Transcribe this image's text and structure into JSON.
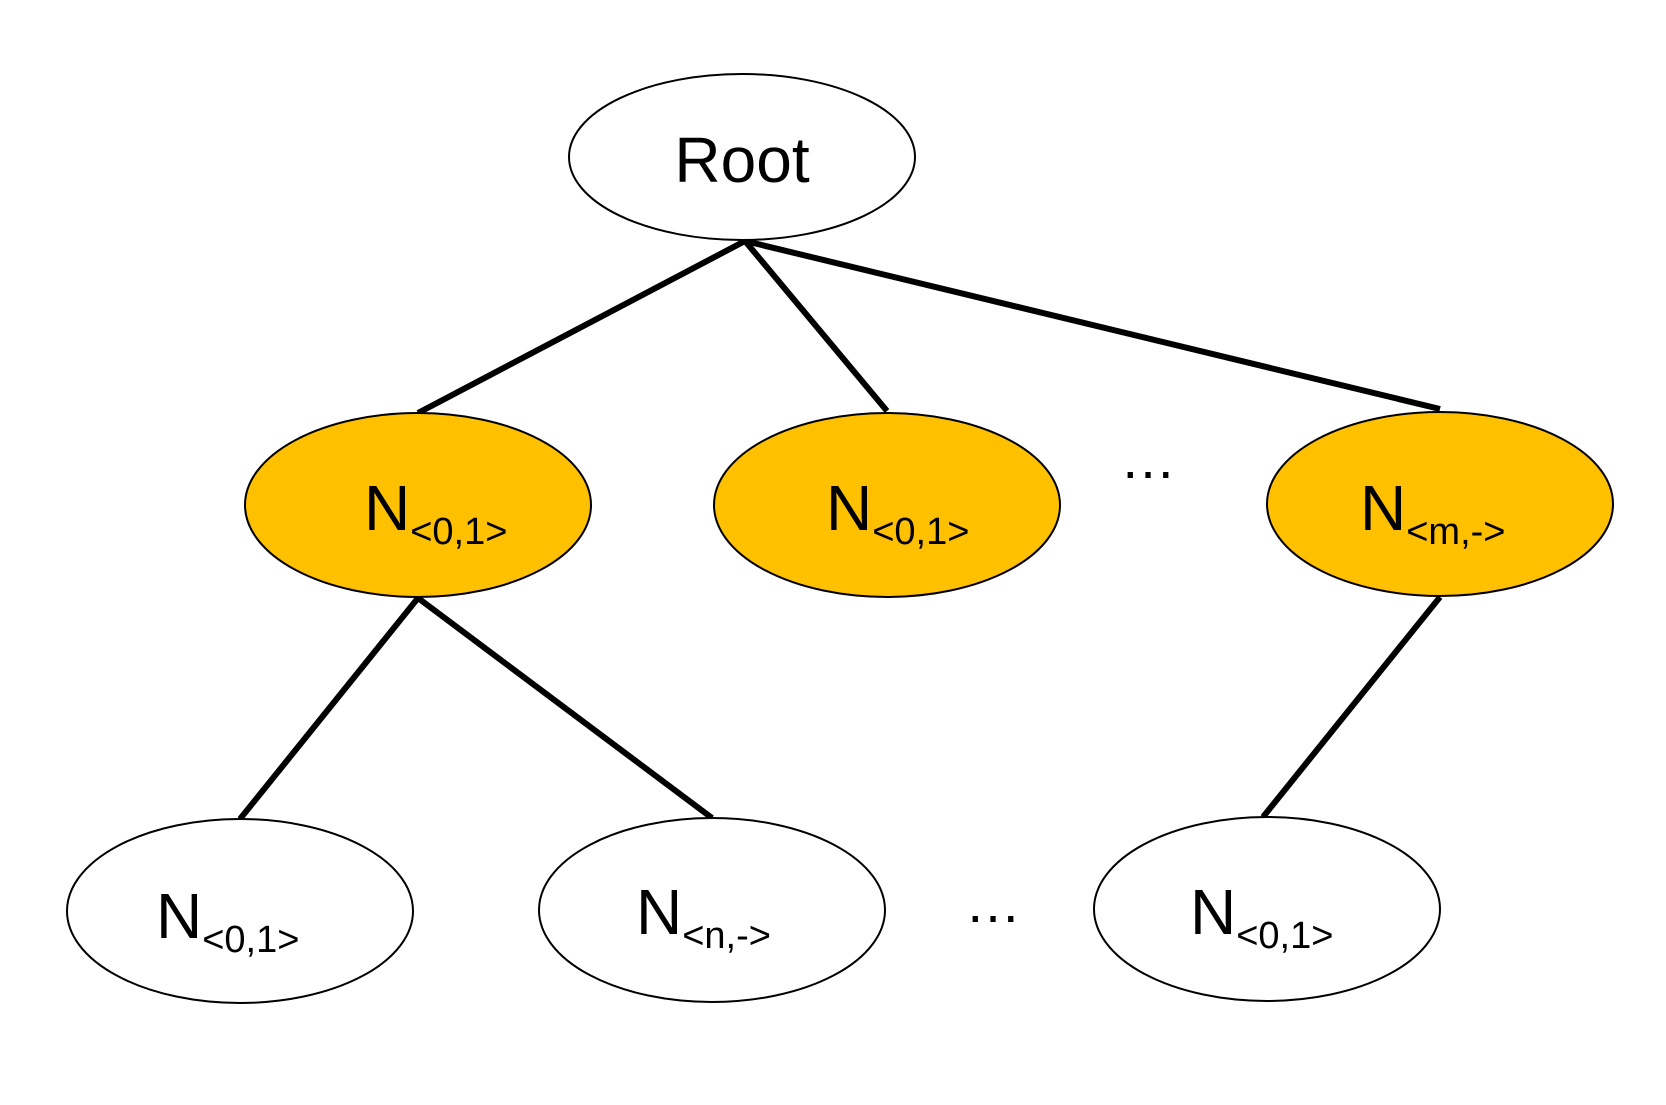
{
  "colors": {
    "highlight_fill": "#FFC000",
    "plain_fill": "#FFFFFF",
    "stroke": "#000000"
  },
  "nodes": {
    "root": {
      "label": "Root"
    },
    "l1_a": {
      "main": "N",
      "sub": "<0,1>",
      "highlighted": true
    },
    "l1_b": {
      "main": "N",
      "sub": "<0,1>",
      "highlighted": true
    },
    "l1_c": {
      "main": "N",
      "sub": "<m,->",
      "highlighted": true
    },
    "l2_a": {
      "main": "N",
      "sub": "<0,1>",
      "highlighted": false
    },
    "l2_b": {
      "main": "N",
      "sub": "<n,->",
      "highlighted": false
    },
    "l2_c": {
      "main": "N",
      "sub": "<0,1>",
      "highlighted": false
    }
  },
  "ellipses": {
    "level1": "…",
    "level2": "…"
  }
}
